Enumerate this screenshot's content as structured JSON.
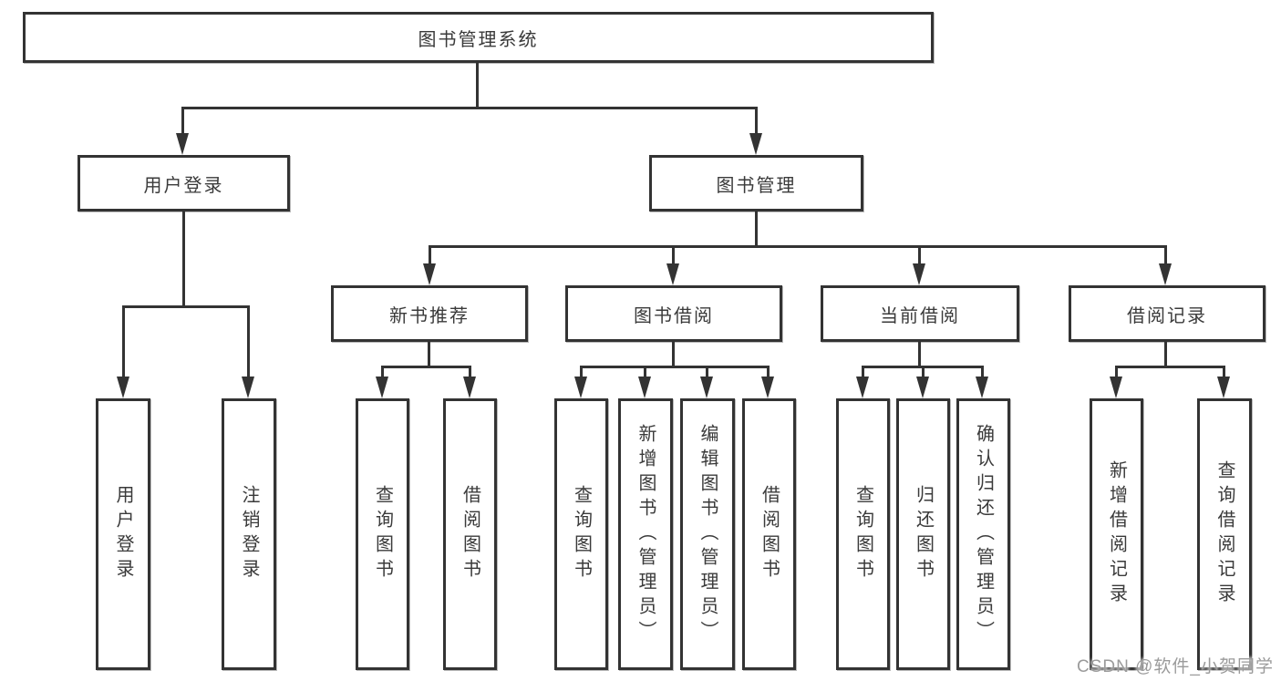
{
  "diagram": {
    "root": {
      "label": "图书管理系统"
    },
    "branches": [
      {
        "label": "用户登录",
        "children": [
          {
            "label": "用户登录"
          },
          {
            "label": "注销登录"
          }
        ]
      },
      {
        "label": "图书管理",
        "groups": [
          {
            "label": "新书推荐",
            "children": [
              {
                "label": "查询图书"
              },
              {
                "label": "借阅图书"
              }
            ]
          },
          {
            "label": "图书借阅",
            "children": [
              {
                "label": "查询图书"
              },
              {
                "label": "新增图书（管理员）"
              },
              {
                "label": "编辑图书（管理员）"
              },
              {
                "label": "借阅图书"
              }
            ]
          },
          {
            "label": "当前借阅",
            "children": [
              {
                "label": "查询图书"
              },
              {
                "label": "归还图书"
              },
              {
                "label": "确认归还（管理员）"
              }
            ]
          },
          {
            "label": "借阅记录",
            "children": [
              {
                "label": "新增借阅记录"
              },
              {
                "label": "查询借阅记录"
              }
            ]
          }
        ]
      }
    ]
  },
  "watermark": {
    "text": "CSDN @软件_小贺同学"
  },
  "colors": {
    "line": "#333333",
    "text": "#3a3a3a",
    "watermark": "#9b9b9b",
    "background": "#ffffff"
  }
}
